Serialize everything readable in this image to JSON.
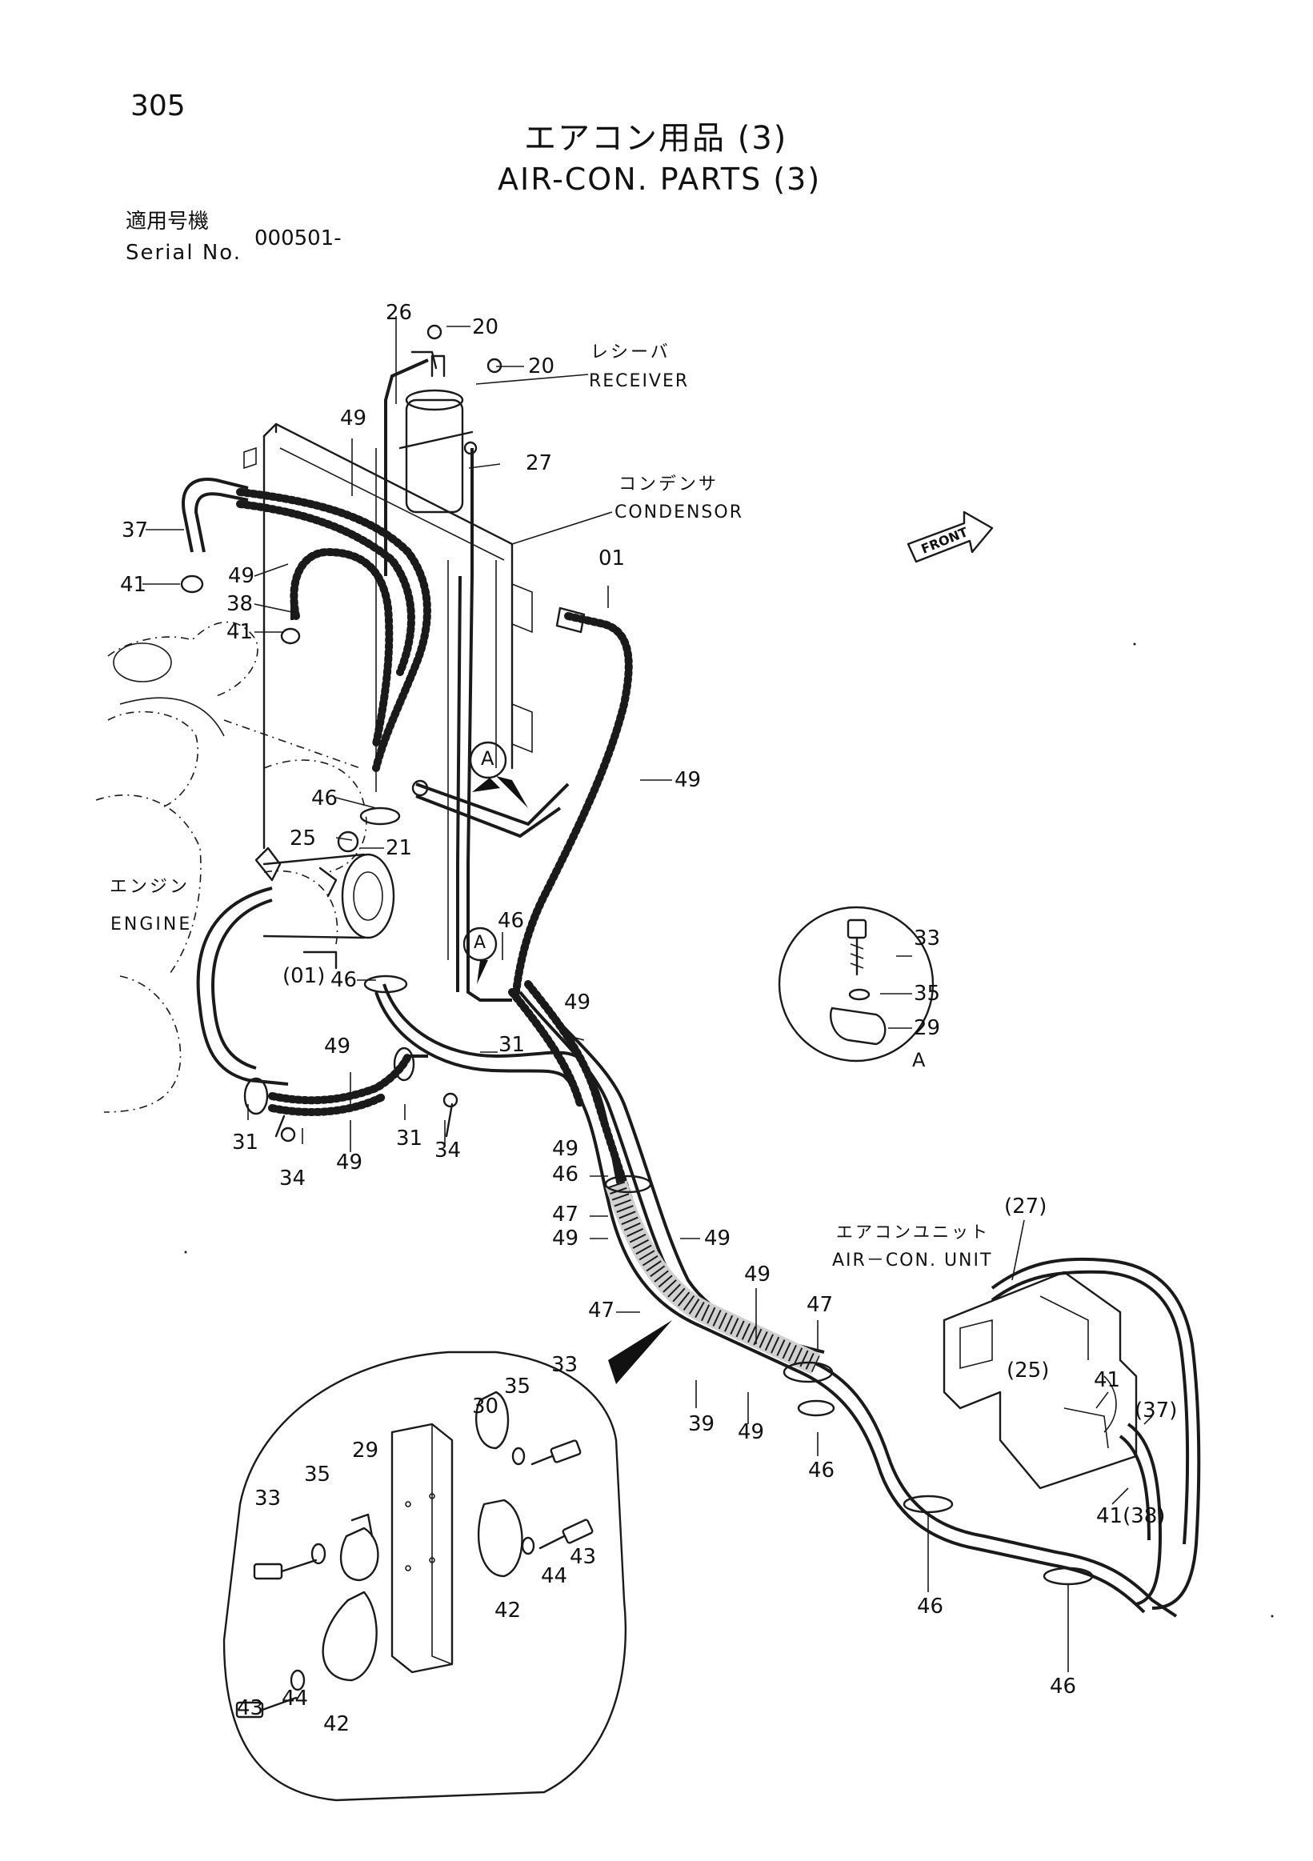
{
  "header": {
    "page_number": "305",
    "title_jp": "エアコン用品 (3)",
    "title_en": "AIR-CON. PARTS (3)",
    "serial_label_jp": "適用号機",
    "serial_label_en": "Serial No.",
    "serial_value": "000501-"
  },
  "components": {
    "receiver_jp": "レシーバ",
    "receiver_en": "RECEIVER",
    "condensor_jp": "コンデンサ",
    "condensor_en": "CONDENSOR",
    "engine_jp": "エンジン",
    "engine_en": "ENGINE",
    "aircon_unit_jp": "エアコンユニット",
    "aircon_unit_en": "AIR－CON. UNIT",
    "front_label": "FRONT",
    "view_a": "A",
    "view_a_callout": "A"
  },
  "part_labels": {
    "p26": "26",
    "p20a": "20",
    "p20b": "20",
    "p27": "27",
    "p49a": "49",
    "p37": "37",
    "p41a": "41",
    "p49b": "49",
    "p38": "38",
    "p41b": "41",
    "p01": "01",
    "p49c": "49",
    "p46a": "46",
    "p25": "25",
    "p21": "21",
    "p01b": "(01)",
    "p46b": "46",
    "p46c": "46",
    "p49d": "49",
    "p31a": "31",
    "p49e": "49",
    "p31b": "31",
    "p34a": "34",
    "p49f": "49",
    "p31c": "31",
    "p34b": "34",
    "p49g": "49",
    "p46d": "46",
    "p47a": "47",
    "p49h": "49",
    "p49i": "49",
    "p47b": "47",
    "p49j": "49",
    "p47c": "47",
    "p39": "39",
    "p49k": "49",
    "p46e": "46",
    "p46f": "46",
    "p46g": "46",
    "p27b": "(27)",
    "p25b": "(25)",
    "p41c": "41",
    "p37b": "(37)",
    "p41d": "41(38)",
    "a33": "33",
    "a35": "35",
    "a29": "29",
    "d33a": "33",
    "d35a": "35",
    "d30": "30",
    "d29": "29",
    "d35b": "35",
    "d33b": "33",
    "d43a": "43",
    "d44a": "44",
    "d42a": "42",
    "d43b": "43",
    "d44b": "44",
    "d42b": "42"
  }
}
